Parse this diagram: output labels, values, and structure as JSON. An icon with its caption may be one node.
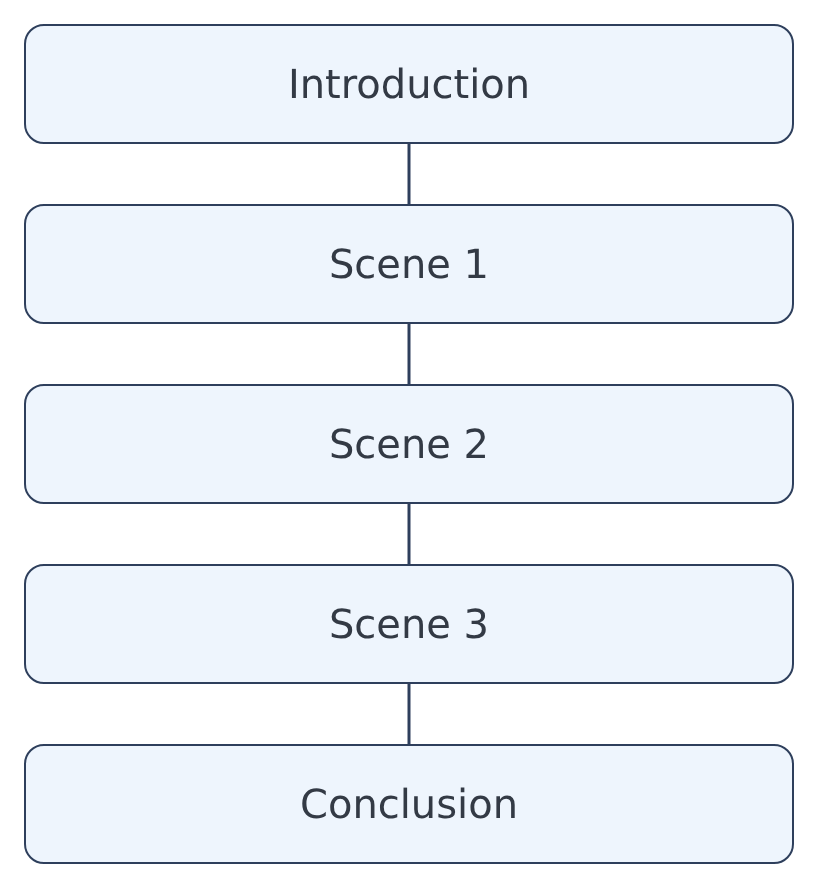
{
  "diagram": {
    "nodes": [
      {
        "text": [
          "Introduction"
        ]
      },
      {
        "text": [
          "Scene 1"
        ]
      },
      {
        "text": [
          "Scene 2"
        ]
      },
      {
        "text": [
          "Scene 3"
        ]
      },
      {
        "text": [
          "Conclusion"
        ]
      }
    ],
    "edges": [
      {
        "from": 0,
        "to": 1,
        "arrow": "none"
      },
      {
        "from": 1,
        "to": 2,
        "arrow": "none"
      },
      {
        "from": 2,
        "to": 3,
        "arrow": "none"
      },
      {
        "from": 3,
        "to": 4,
        "arrow": "none"
      }
    ]
  }
}
